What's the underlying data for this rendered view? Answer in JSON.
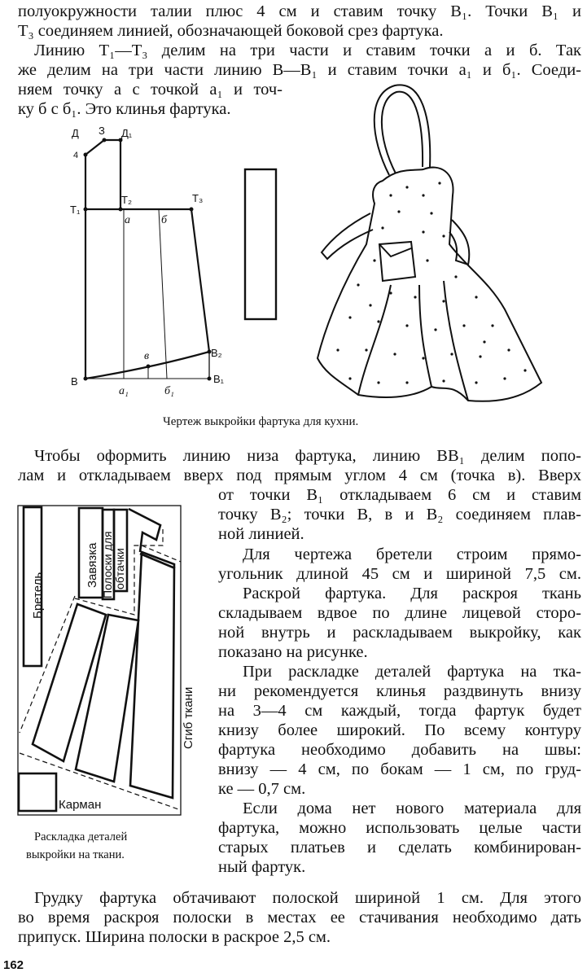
{
  "top_text": {
    "lines": [
      "полуокружности талии плюс 4 см и ставим точку В₁. Точки В₁ и",
      "Т₃ соединяем линией, обозначающей боковой срез фартука.",
      "Линию Т₁—Т₃ делим на три части и ставим точки а и б. Так",
      "же делим на три части линию В—В₁ и ставим точки а₁ и б₁. Соеди-",
      "няем точку а с точкой а₁ и точ-",
      "ку б с б₁. Это клинья фартука."
    ]
  },
  "pattern_figure": {
    "labels": {
      "D": "Д",
      "Z": "З",
      "D1": "Д₁",
      "four": "4",
      "T1": "Т₁",
      "T2": "Т₂",
      "T3": "Т₃",
      "a": "а",
      "b": "б",
      "v": "в",
      "B2": "В₂",
      "B1": "В₁",
      "B": "В",
      "a1": "а₁",
      "b1": "б₁"
    },
    "caption": "Чертеж выкройки фартука для кухни."
  },
  "middle_text": {
    "lines": [
      "Чтобы оформить линию низа фартука, линию ВВ₁ делим попо-",
      "лам и откладываем вверх под прямым углом 4 см (точка в). Вверх"
    ]
  },
  "right_column": {
    "lines": [
      "от точки В₁ откладываем 6 см и ставим",
      "точку В₂; точки В, в и В₂ соединяем плав-",
      "ной линией.",
      "Для чертежа бретели строим прямо-",
      "угольник длиной 45 см и шириной 7,5 см.",
      "Раскрой фартука. Для раскроя ткань",
      "складываем вдвое по длине лицевой сторо-",
      "ной внутрь и раскладываем выкройку, как",
      "показано на рисунке.",
      "При раскладке деталей фартука на тка-",
      "ни рекомендуется клинья раздвинуть внизу",
      "на 3—4 см каждый, тогда фартук будет",
      "книзу более широкий. По всему контуру",
      "фартука необходимо добавить на швы:",
      "внизу — 4 см, по бокам — 1 см, по груд-",
      "ке — 0,7 см.",
      "Если дома нет нового материала для",
      "фартука, можно использовать целые части",
      "старых платьев и сделать комбинирован-",
      "ный фартук."
    ]
  },
  "layout_figure": {
    "labels": {
      "strap": "Бретель",
      "tie": "Завязка",
      "strips1": "Полоски для",
      "strips2": "обтачки",
      "fold": "Сгиб ткани",
      "pocket": "Карман"
    },
    "caption": [
      "Раскладка деталей",
      "выкройки на ткани."
    ]
  },
  "bottom_text": {
    "lines": [
      "Грудку фартука обтачивают полоской шириной 1 см. Для этого",
      "во время раскроя полоски в местах ее стачивания необходимо дать",
      "припуск. Ширина полоски в раскрое 2,5 см."
    ]
  },
  "page_number": "162"
}
